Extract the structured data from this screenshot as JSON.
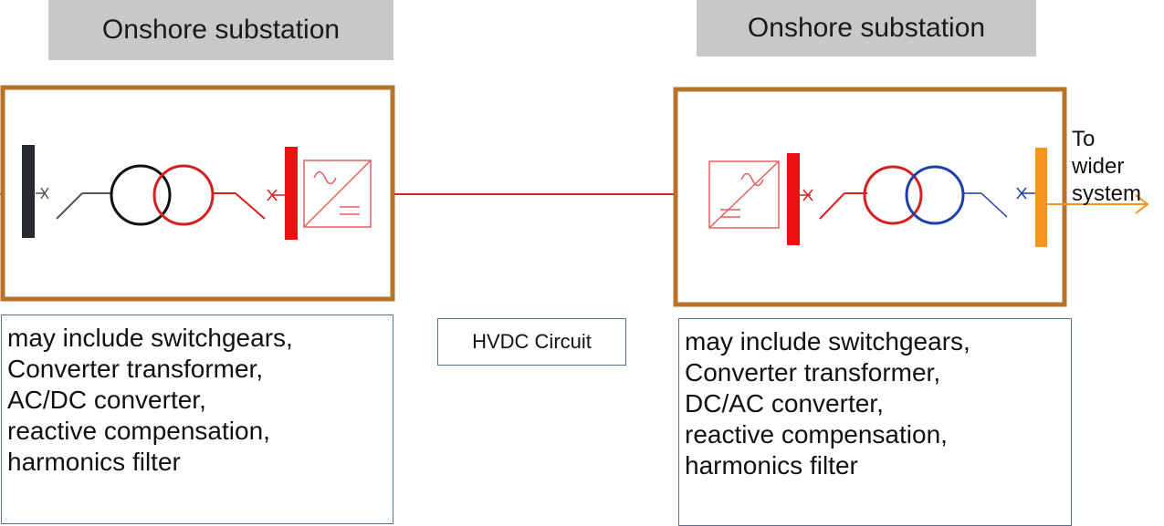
{
  "headers": {
    "left": "Onshore substation",
    "right": "Onshore substation"
  },
  "link_label": "HVDC Circuit",
  "destination_label": [
    "To",
    "wider",
    "system"
  ],
  "descriptions": {
    "left": [
      "may include switchgears,",
      "Converter transformer,",
      "AC/DC converter,",
      "reactive compensation,",
      "harmonics filter"
    ],
    "right": [
      "may include switchgears,",
      "Converter transformer,",
      "DC/AC converter,",
      "reactive compensation,",
      "harmonics filter"
    ]
  },
  "colors": {
    "substation_border": "#b8732a",
    "hvdc_line": "#e02020",
    "ac_bus_left": "#262b33",
    "dc_bus": "#ee1111",
    "ac_bus_right": "#f7941d",
    "winding_black": "#111111",
    "winding_red": "#d42020",
    "winding_blue": "#1f3fa8",
    "converter_symbol": "#e06060",
    "arrow": "#f7941d",
    "switch_gray": "#555555"
  },
  "icons": [
    "ac-busbar-icon",
    "circuit-breaker-icon",
    "transformer-icon",
    "converter-icon",
    "dc-busbar-icon",
    "arrow-right-icon"
  ]
}
